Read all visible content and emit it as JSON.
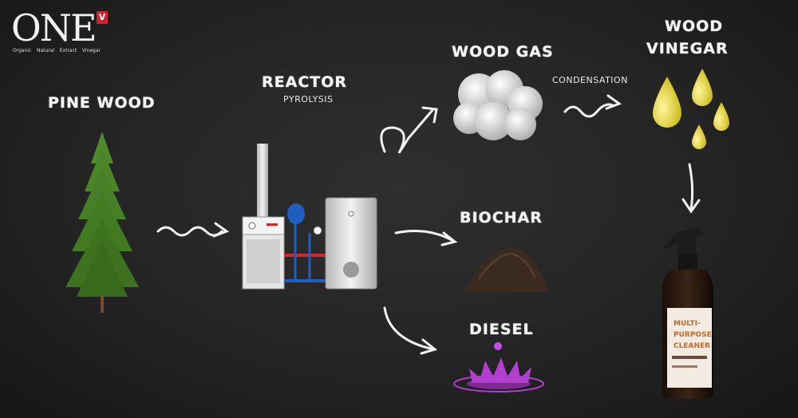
{
  "brand": {
    "name": "ONE",
    "badge": "V",
    "tagline": [
      "Organic",
      "Natural",
      "Extract",
      "Vinegar"
    ]
  },
  "nodes": {
    "pine_wood": "PINE WOOD",
    "reactor": "REACTOR",
    "reactor_sub": "PYROLYSIS",
    "wood_gas": "WOOD GAS",
    "condensation": "CONDENSATION",
    "wood_vinegar_line1": "WOOD",
    "wood_vinegar_line2": "VINEGAR",
    "biochar": "BIOCHAR",
    "diesel": "DIESEL"
  },
  "bottle_label": {
    "line1": "MULTI-",
    "line2": "PURPOSE",
    "line3": "CLEANER"
  },
  "colors": {
    "chalk": "#f4f4f4",
    "tree": "#4e8a2c",
    "vinegar": "#e8d51d",
    "diesel": "#b23fd0",
    "biochar": "#3a2a20",
    "reactor_red": "#d9262b",
    "reactor_blue": "#1f5fbf"
  }
}
